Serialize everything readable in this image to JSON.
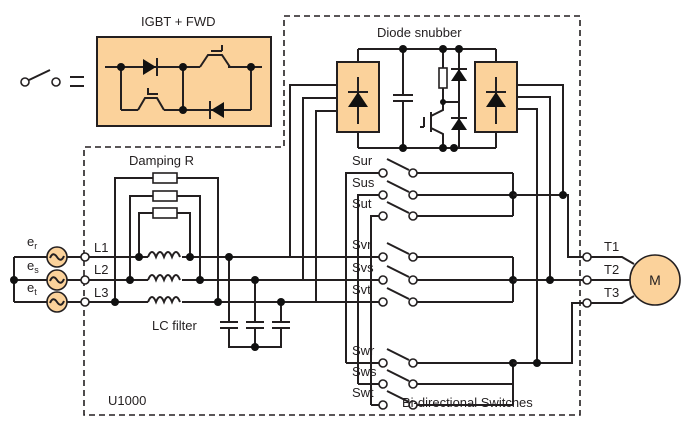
{
  "diagram": {
    "title_labels": {
      "igbt_fwd": "IGBT + FWD",
      "diode_snubber": "Diode snubber",
      "damping_r": "Damping R",
      "lc_filter": "LC filter",
      "unit": "U1000",
      "bidirectional": "Bi-directional Switches"
    },
    "equivalence_symbol": "=",
    "sources": [
      {
        "label": "e",
        "sub": "r"
      },
      {
        "label": "e",
        "sub": "s"
      },
      {
        "label": "e",
        "sub": "t"
      }
    ],
    "input_lines": [
      "L1",
      "L2",
      "L3"
    ],
    "output_terminals": [
      "T1",
      "T2",
      "T3"
    ],
    "motor_label": "M",
    "switch_groups": [
      {
        "output": "u",
        "switches": [
          "Sur",
          "Sus",
          "Sut"
        ]
      },
      {
        "output": "v",
        "switches": [
          "Svr",
          "Svs",
          "Svt"
        ]
      },
      {
        "output": "w",
        "switches": [
          "Swr",
          "Sws",
          "Swt"
        ]
      }
    ],
    "colors": {
      "component_fill": "#fbd29b",
      "line": "#231f20",
      "background": "#ffffff"
    }
  }
}
